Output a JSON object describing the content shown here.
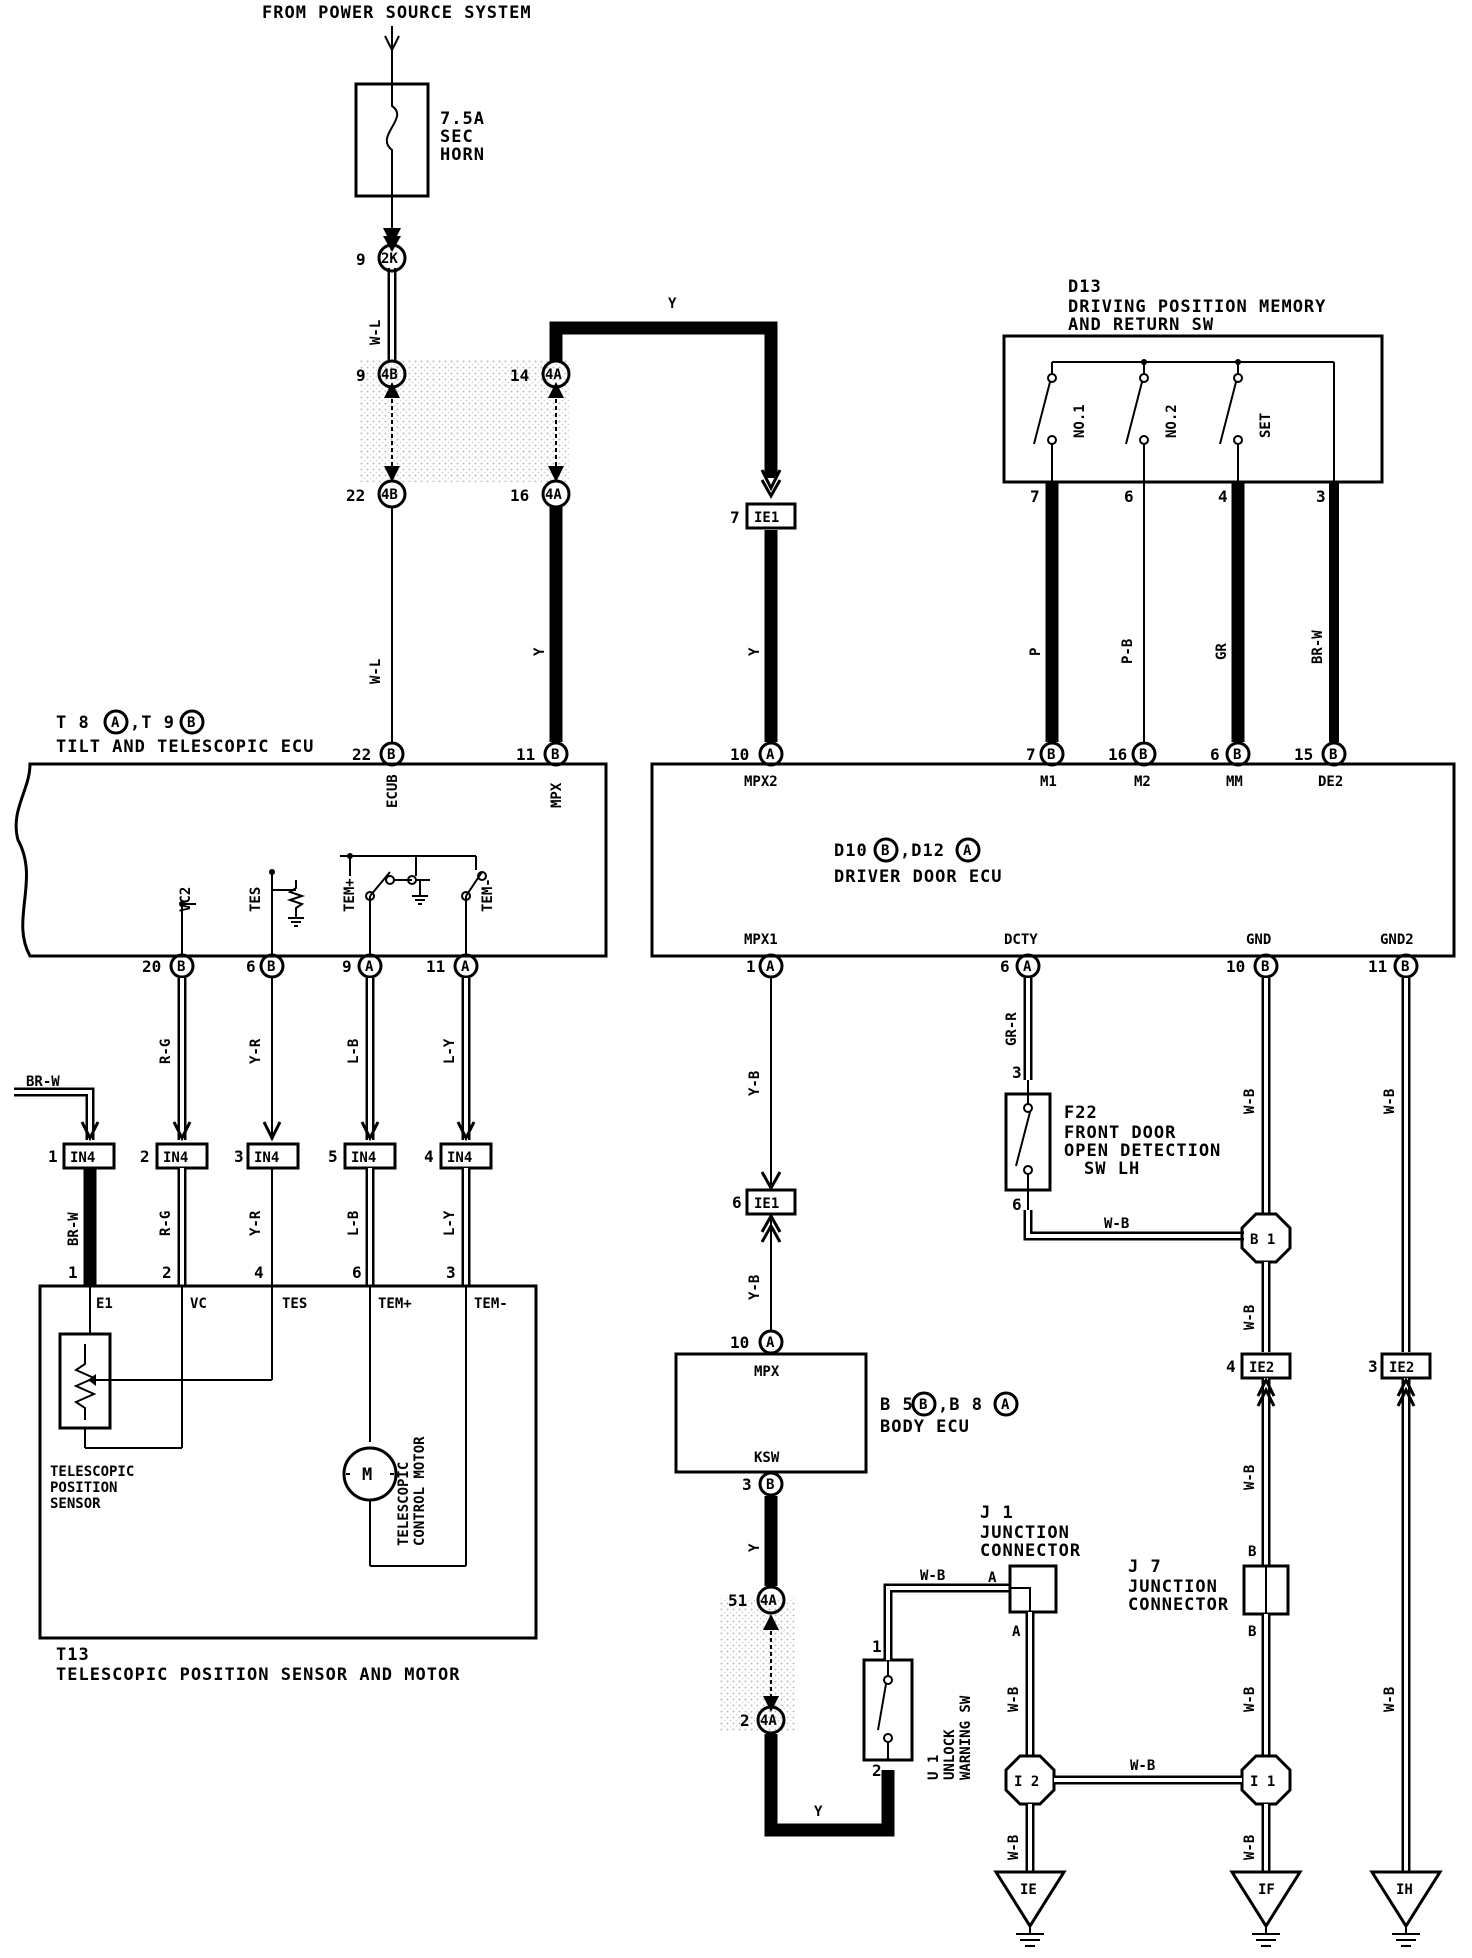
{
  "source": {
    "label": "FROM POWER SOURCE SYSTEM"
  },
  "fuse": {
    "rating": "7.5A",
    "line1": "SEC",
    "line2": "HORN"
  },
  "tilt_ecu": {
    "title": "T 8",
    "conn_a": "A",
    "sep": ",T 9",
    "conn_b": "B",
    "name": "TILT AND TELESCOPIC ECU",
    "terms": [
      "ECUB",
      "MPX",
      "VC2",
      "TES",
      "TEM+",
      "TEM-"
    ]
  },
  "door_ecu": {
    "id_a": "D10",
    "conn_b": "B",
    "id_b": ",D12",
    "conn_a": "A",
    "name": "DRIVER DOOR ECU",
    "terms_top": [
      "MPX2",
      "M1",
      "M2",
      "MM",
      "DE2"
    ],
    "terms_bottom": [
      "MPX1",
      "DCTY",
      "GND",
      "GND2"
    ]
  },
  "memory_sw": {
    "id": "D13",
    "line1": "DRIVING POSITION MEMORY",
    "line2": "AND RETURN SW",
    "switches": [
      "NO.1",
      "NO.2",
      "SET"
    ]
  },
  "t13": {
    "id": "T13",
    "name": "TELESCOPIC POSITION SENSOR AND MOTOR",
    "terms": [
      "E1",
      "VC",
      "TES",
      "TEM+",
      "TEM-"
    ],
    "sensor": [
      "TELESCOPIC",
      "POSITION",
      "SENSOR"
    ],
    "motor": [
      "TELESCOPIC",
      "CONTROL MOTOR"
    ],
    "motor_symbol": "M"
  },
  "body_ecu": {
    "id_a": "B 5",
    "conn_b": "B",
    "id_b": ",B 8",
    "conn_a": "A",
    "name": "BODY ECU",
    "terms": [
      "MPX",
      "KSW"
    ]
  },
  "f22": {
    "id": "F22",
    "line1": "FRONT DOOR",
    "line2": "OPEN DETECTION",
    "line3": "SW LH"
  },
  "j1": {
    "id": "J 1",
    "line1": "JUNCTION",
    "line2": "CONNECTOR"
  },
  "j7": {
    "id": "J 7",
    "line1": "JUNCTION",
    "line2": "CONNECTOR"
  },
  "u1": {
    "id": "U 1",
    "line1": "UNLOCK",
    "line2": "WARNING SW"
  },
  "grounds": [
    "IE",
    "IF",
    "IH"
  ],
  "splices": [
    "B 1",
    "I 2",
    "I 1"
  ],
  "wire_colors": [
    "W-L",
    "Y",
    "P",
    "P-B",
    "GR",
    "BR-W",
    "R-G",
    "Y-R",
    "L-B",
    "L-Y",
    "Y-B",
    "GR-R",
    "W-B"
  ],
  "connectors": [
    "2K",
    "4B",
    "4A",
    "IE1",
    "IN4",
    "IE2",
    "A",
    "B"
  ],
  "pins": [
    "9",
    "22",
    "14",
    "16",
    "7",
    "6",
    "4",
    "3",
    "11",
    "10",
    "15",
    "20",
    "1",
    "2",
    "5"
  ]
}
